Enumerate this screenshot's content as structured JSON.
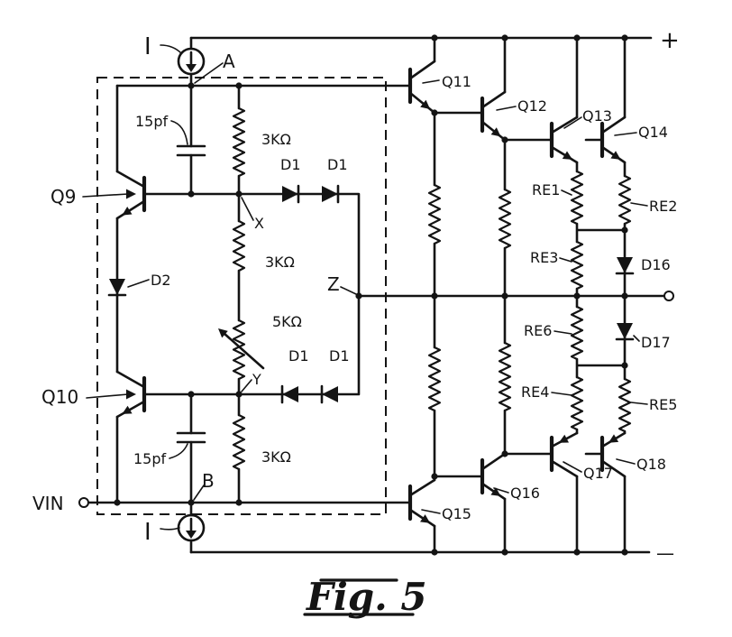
{
  "figure": {
    "caption": "Fig. 5"
  },
  "supply": {
    "positive": "+",
    "negative": "—"
  },
  "input": {
    "label": "VIN"
  },
  "current_sources": {
    "top": "I",
    "bottom": "I"
  },
  "nodes": {
    "a": "A",
    "b": "B",
    "x": "X",
    "y": "Y",
    "z": "Z"
  },
  "transistors": {
    "q9": "Q9",
    "q10": "Q10",
    "q11": "Q11",
    "q12": "Q12",
    "q13": "Q13",
    "q14": "Q14",
    "q15": "Q15",
    "q16": "Q16",
    "q17": "Q17",
    "q18": "Q18"
  },
  "resistors": {
    "r_top": "3KΩ",
    "r_middle": "3KΩ",
    "r_variable": "5KΩ",
    "r_bottom": "3KΩ",
    "re1": "RE1",
    "re2": "RE2",
    "re3": "RE3",
    "re4": "RE4",
    "re5": "RE5",
    "re6": "RE6"
  },
  "capacitors": {
    "c_top": "15pf",
    "c_bottom": "15pf"
  },
  "diodes": {
    "d1_top_left": "D1",
    "d1_top_right": "D1",
    "d1_bottom_left": "D1",
    "d1_bottom_right": "D1",
    "d2": "D2",
    "d16": "D16",
    "d17": "D17"
  }
}
